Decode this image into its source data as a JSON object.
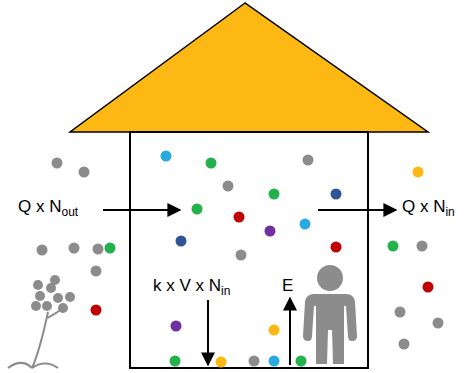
{
  "diagram": {
    "labels": [
      "Q x N",
      "out",
      "Q x N",
      "in",
      "k x V x N",
      "in",
      "E"
    ]
  }
}
